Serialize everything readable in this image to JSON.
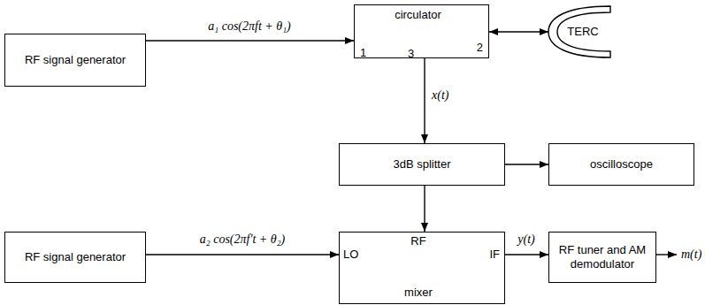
{
  "diagram": {
    "nodes": [
      {
        "text": [
          "RF signal generator"
        ]
      },
      {
        "text": [
          "circulator",
          "1",
          "2",
          "3"
        ]
      },
      {
        "text": [
          "TERC"
        ]
      },
      {
        "text": [
          "3dB splitter"
        ]
      },
      {
        "text": [
          "oscilloscope"
        ]
      },
      {
        "text": [
          "RF signal generator"
        ]
      },
      {
        "text": [
          "RF",
          "LO",
          "IF",
          "mixer"
        ]
      },
      {
        "text": [
          "RF tuner and AM demodulator"
        ]
      }
    ],
    "edges": [
      {
        "from": 0,
        "to": 1,
        "arrow": "to",
        "label": "a₁ cos(2πft + θ₁)"
      },
      {
        "from": 1,
        "to": 2,
        "arrow": "both"
      },
      {
        "from": 1,
        "to": 3,
        "arrow": "to",
        "label": "x(t)"
      },
      {
        "from": 3,
        "to": 4,
        "arrow": "to"
      },
      {
        "from": 3,
        "to": 6,
        "arrow": "to"
      },
      {
        "from": 5,
        "to": 6,
        "arrow": "to",
        "label": "a₂ cos(2πf′t + θ₂)"
      },
      {
        "from": 6,
        "to": 7,
        "arrow": "to",
        "label": "y(t)"
      }
    ],
    "labels": [
      "m(t)"
    ]
  }
}
